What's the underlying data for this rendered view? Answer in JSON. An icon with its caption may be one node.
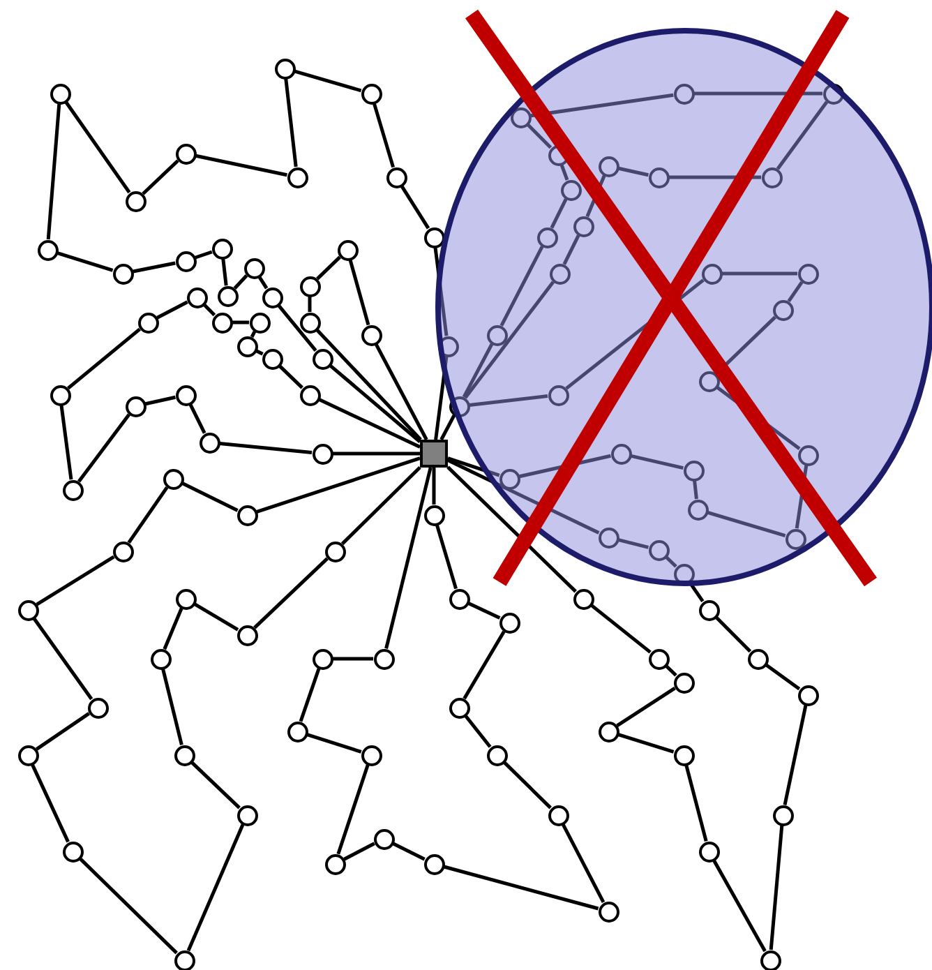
{
  "diagram": {
    "nodes": [
      {
        "text": [],
        "shape": "box"
      },
      {
        "text": [],
        "shape": "circle"
      },
      {
        "text": [],
        "shape": "circle"
      },
      {
        "text": [],
        "shape": "circle"
      },
      {
        "text": [],
        "shape": "circle"
      },
      {
        "text": [],
        "shape": "circle"
      },
      {
        "text": [],
        "shape": "circle"
      },
      {
        "text": [],
        "shape": "circle"
      },
      {
        "text": [],
        "shape": "circle"
      },
      {
        "text": [],
        "shape": "circle"
      },
      {
        "text": [],
        "shape": "circle"
      },
      {
        "text": [],
        "shape": "circle"
      },
      {
        "text": [],
        "shape": "circle"
      },
      {
        "text": [],
        "shape": "circle"
      },
      {
        "text": [],
        "shape": "circle"
      },
      {
        "text": [],
        "shape": "circle"
      },
      {
        "text": [],
        "shape": "circle"
      },
      {
        "text": [],
        "shape": "circle"
      },
      {
        "text": [],
        "shape": "circle"
      },
      {
        "text": [],
        "shape": "circle"
      },
      {
        "text": [],
        "shape": "circle"
      },
      {
        "text": [],
        "shape": "circle"
      },
      {
        "text": [],
        "shape": "circle"
      },
      {
        "text": [],
        "shape": "circle"
      },
      {
        "text": [],
        "shape": "circle"
      },
      {
        "text": [],
        "shape": "circle"
      },
      {
        "text": [],
        "shape": "circle"
      },
      {
        "text": [],
        "shape": "circle"
      },
      {
        "text": [],
        "shape": "circle"
      },
      {
        "text": [],
        "shape": "circle"
      },
      {
        "text": [],
        "shape": "circle"
      },
      {
        "text": [],
        "shape": "circle"
      },
      {
        "text": [],
        "shape": "circle"
      },
      {
        "text": [],
        "shape": "circle"
      },
      {
        "text": [],
        "shape": "circle"
      },
      {
        "text": [],
        "shape": "circle"
      },
      {
        "text": [],
        "shape": "circle"
      },
      {
        "text": [],
        "shape": "circle"
      },
      {
        "text": [],
        "shape": "circle"
      },
      {
        "text": [],
        "shape": "circle"
      },
      {
        "text": [],
        "shape": "circle"
      },
      {
        "text": [],
        "shape": "circle"
      },
      {
        "text": [],
        "shape": "circle"
      },
      {
        "text": [],
        "shape": "circle"
      },
      {
        "text": [],
        "shape": "circle"
      },
      {
        "text": [],
        "shape": "circle"
      },
      {
        "text": [],
        "shape": "circle"
      },
      {
        "text": [],
        "shape": "circle"
      },
      {
        "text": [],
        "shape": "circle"
      },
      {
        "text": [],
        "shape": "circle"
      },
      {
        "text": [],
        "shape": "circle"
      },
      {
        "text": [],
        "shape": "circle"
      },
      {
        "text": [],
        "shape": "circle"
      },
      {
        "text": [],
        "shape": "circle"
      },
      {
        "text": [],
        "shape": "circle"
      },
      {
        "text": [],
        "shape": "circle"
      },
      {
        "text": [],
        "shape": "circle"
      },
      {
        "text": [],
        "shape": "circle"
      },
      {
        "text": [],
        "shape": "circle"
      },
      {
        "text": [],
        "shape": "circle"
      },
      {
        "text": [],
        "shape": "circle"
      },
      {
        "text": [],
        "shape": "circle"
      },
      {
        "text": [],
        "shape": "circle"
      },
      {
        "text": [],
        "shape": "circle"
      },
      {
        "text": [],
        "shape": "circle"
      },
      {
        "text": [],
        "shape": "circle"
      },
      {
        "text": [],
        "shape": "circle"
      },
      {
        "text": [],
        "shape": "circle"
      },
      {
        "text": [],
        "shape": "circle"
      },
      {
        "text": [],
        "shape": "circle"
      },
      {
        "text": [],
        "shape": "circle"
      },
      {
        "text": [],
        "shape": "circle"
      },
      {
        "text": [],
        "shape": "circle"
      },
      {
        "text": [],
        "shape": "circle"
      },
      {
        "text": [],
        "shape": "circle"
      },
      {
        "text": [],
        "shape": "circle"
      },
      {
        "text": [],
        "shape": "circle"
      },
      {
        "text": [],
        "shape": "circle"
      },
      {
        "text": [],
        "shape": "circle"
      },
      {
        "text": [],
        "shape": "circle"
      },
      {
        "text": [],
        "shape": "circle"
      },
      {
        "text": [],
        "shape": "circle"
      },
      {
        "text": [],
        "shape": "circle"
      },
      {
        "text": [],
        "shape": "circle"
      },
      {
        "text": [],
        "shape": "circle"
      },
      {
        "text": [],
        "shape": "circle"
      },
      {
        "text": [],
        "shape": "circle"
      },
      {
        "text": [],
        "shape": "circle"
      },
      {
        "text": [],
        "shape": "circle"
      },
      {
        "text": [],
        "shape": "circle"
      },
      {
        "text": [],
        "shape": "circle"
      },
      {
        "text": [],
        "shape": "circle"
      },
      {
        "text": [],
        "shape": "circle"
      },
      {
        "text": [],
        "shape": "circle"
      },
      {
        "text": [],
        "shape": "circle"
      },
      {
        "text": [],
        "shape": "circle"
      },
      {
        "text": [],
        "shape": "circle"
      },
      {
        "text": [],
        "shape": "circle"
      },
      {
        "text": [],
        "shape": "circle"
      },
      {
        "text": [],
        "shape": "circle"
      },
      {
        "text": [],
        "shape": "circle"
      }
    ],
    "edges": [
      {
        "from": 0,
        "to": 1,
        "arrow": "none"
      },
      {
        "from": 1,
        "to": 2,
        "arrow": "none"
      },
      {
        "from": 2,
        "to": 3,
        "arrow": "none"
      },
      {
        "from": 3,
        "to": 4,
        "arrow": "none"
      },
      {
        "from": 4,
        "to": 5,
        "arrow": "none"
      },
      {
        "from": 5,
        "to": 6,
        "arrow": "none"
      },
      {
        "from": 6,
        "to": 7,
        "arrow": "none"
      },
      {
        "from": 7,
        "to": 8,
        "arrow": "none"
      },
      {
        "from": 8,
        "to": 9,
        "arrow": "none"
      },
      {
        "from": 9,
        "to": 10,
        "arrow": "none"
      },
      {
        "from": 10,
        "to": 11,
        "arrow": "none"
      },
      {
        "from": 11,
        "to": 12,
        "arrow": "none"
      },
      {
        "from": 12,
        "to": 13,
        "arrow": "none"
      },
      {
        "from": 13,
        "to": 14,
        "arrow": "none"
      },
      {
        "from": 14,
        "to": 15,
        "arrow": "none"
      },
      {
        "from": 15,
        "to": 16,
        "arrow": "none"
      },
      {
        "from": 16,
        "to": 17,
        "arrow": "none"
      },
      {
        "from": 17,
        "to": 0,
        "arrow": "none"
      },
      {
        "from": 0,
        "to": 21,
        "arrow": "none"
      },
      {
        "from": 21,
        "to": 18,
        "arrow": "none"
      },
      {
        "from": 18,
        "to": 19,
        "arrow": "none"
      },
      {
        "from": 19,
        "to": 20,
        "arrow": "none"
      },
      {
        "from": 20,
        "to": 0,
        "arrow": "none"
      },
      {
        "from": 0,
        "to": 22,
        "arrow": "none"
      },
      {
        "from": 22,
        "to": 23,
        "arrow": "none"
      },
      {
        "from": 23,
        "to": 24,
        "arrow": "none"
      },
      {
        "from": 24,
        "to": 25,
        "arrow": "none"
      },
      {
        "from": 25,
        "to": 26,
        "arrow": "none"
      },
      {
        "from": 26,
        "to": 27,
        "arrow": "none"
      },
      {
        "from": 27,
        "to": 28,
        "arrow": "none"
      },
      {
        "from": 28,
        "to": 29,
        "arrow": "none"
      },
      {
        "from": 29,
        "to": 30,
        "arrow": "none"
      },
      {
        "from": 30,
        "to": 31,
        "arrow": "none"
      },
      {
        "from": 31,
        "to": 32,
        "arrow": "none"
      },
      {
        "from": 32,
        "to": 33,
        "arrow": "none"
      },
      {
        "from": 33,
        "to": 34,
        "arrow": "none"
      },
      {
        "from": 34,
        "to": 0,
        "arrow": "none"
      },
      {
        "from": 0,
        "to": 35,
        "arrow": "none"
      },
      {
        "from": 35,
        "to": 36,
        "arrow": "none"
      },
      {
        "from": 36,
        "to": 37,
        "arrow": "none"
      },
      {
        "from": 37,
        "to": 38,
        "arrow": "none"
      },
      {
        "from": 38,
        "to": 39,
        "arrow": "none"
      },
      {
        "from": 39,
        "to": 40,
        "arrow": "none"
      },
      {
        "from": 40,
        "to": 41,
        "arrow": "none"
      },
      {
        "from": 41,
        "to": 42,
        "arrow": "none"
      },
      {
        "from": 42,
        "to": 43,
        "arrow": "none"
      },
      {
        "from": 43,
        "to": 44,
        "arrow": "none"
      },
      {
        "from": 44,
        "to": 45,
        "arrow": "none"
      },
      {
        "from": 45,
        "to": 46,
        "arrow": "none"
      },
      {
        "from": 46,
        "to": 47,
        "arrow": "none"
      },
      {
        "from": 47,
        "to": 48,
        "arrow": "none"
      },
      {
        "from": 48,
        "to": 0,
        "arrow": "none"
      },
      {
        "from": 0,
        "to": 49,
        "arrow": "none"
      },
      {
        "from": 49,
        "to": 50,
        "arrow": "none"
      },
      {
        "from": 50,
        "to": 51,
        "arrow": "none"
      },
      {
        "from": 51,
        "to": 52,
        "arrow": "none"
      },
      {
        "from": 52,
        "to": 53,
        "arrow": "none"
      },
      {
        "from": 53,
        "to": 54,
        "arrow": "none"
      },
      {
        "from": 54,
        "to": 55,
        "arrow": "none"
      },
      {
        "from": 55,
        "to": 56,
        "arrow": "none"
      },
      {
        "from": 56,
        "to": 57,
        "arrow": "none"
      },
      {
        "from": 57,
        "to": 58,
        "arrow": "none"
      },
      {
        "from": 58,
        "to": 59,
        "arrow": "none"
      },
      {
        "from": 59,
        "to": 60,
        "arrow": "none"
      },
      {
        "from": 60,
        "to": 61,
        "arrow": "none"
      },
      {
        "from": 61,
        "to": 62,
        "arrow": "none"
      },
      {
        "from": 62,
        "to": 0,
        "arrow": "none"
      },
      {
        "from": 0,
        "to": 63,
        "arrow": "none"
      },
      {
        "from": 63,
        "to": 64,
        "arrow": "none"
      },
      {
        "from": 64,
        "to": 65,
        "arrow": "none"
      },
      {
        "from": 65,
        "to": 66,
        "arrow": "none"
      },
      {
        "from": 66,
        "to": 67,
        "arrow": "none"
      },
      {
        "from": 67,
        "to": 68,
        "arrow": "none"
      },
      {
        "from": 68,
        "to": 69,
        "arrow": "none"
      },
      {
        "from": 69,
        "to": 70,
        "arrow": "none"
      },
      {
        "from": 70,
        "to": 71,
        "arrow": "none"
      },
      {
        "from": 71,
        "to": 72,
        "arrow": "none"
      },
      {
        "from": 72,
        "to": 73,
        "arrow": "none"
      },
      {
        "from": 73,
        "to": 74,
        "arrow": "none"
      },
      {
        "from": 74,
        "to": 75,
        "arrow": "none"
      },
      {
        "from": 75,
        "to": 76,
        "arrow": "none"
      },
      {
        "from": 76,
        "to": 0,
        "arrow": "none"
      },
      {
        "from": 0,
        "to": 77,
        "arrow": "none"
      },
      {
        "from": 77,
        "to": 78,
        "arrow": "none"
      },
      {
        "from": 78,
        "to": 79,
        "arrow": "none"
      },
      {
        "from": 79,
        "to": 80,
        "arrow": "none"
      },
      {
        "from": 80,
        "to": 81,
        "arrow": "none"
      },
      {
        "from": 81,
        "to": 82,
        "arrow": "none"
      },
      {
        "from": 82,
        "to": 83,
        "arrow": "none"
      },
      {
        "from": 83,
        "to": 84,
        "arrow": "none"
      },
      {
        "from": 84,
        "to": 85,
        "arrow": "none"
      },
      {
        "from": 85,
        "to": 86,
        "arrow": "none"
      },
      {
        "from": 86,
        "to": 87,
        "arrow": "none"
      },
      {
        "from": 87,
        "to": 88,
        "arrow": "none"
      },
      {
        "from": 88,
        "to": 89,
        "arrow": "none"
      },
      {
        "from": 89,
        "to": 77,
        "arrow": "none"
      },
      {
        "from": 77,
        "to": 90,
        "arrow": "none"
      },
      {
        "from": 90,
        "to": 91,
        "arrow": "none"
      },
      {
        "from": 91,
        "to": 92,
        "arrow": "none"
      },
      {
        "from": 92,
        "to": 93,
        "arrow": "none"
      },
      {
        "from": 93,
        "to": 94,
        "arrow": "none"
      },
      {
        "from": 94,
        "to": 95,
        "arrow": "none"
      },
      {
        "from": 95,
        "to": 96,
        "arrow": "none"
      },
      {
        "from": 96,
        "to": 97,
        "arrow": "none"
      },
      {
        "from": 97,
        "to": 98,
        "arrow": "none"
      },
      {
        "from": 98,
        "to": 99,
        "arrow": "none"
      },
      {
        "from": 99,
        "to": 100,
        "arrow": "none"
      },
      {
        "from": 100,
        "to": 0,
        "arrow": "none"
      }
    ]
  }
}
